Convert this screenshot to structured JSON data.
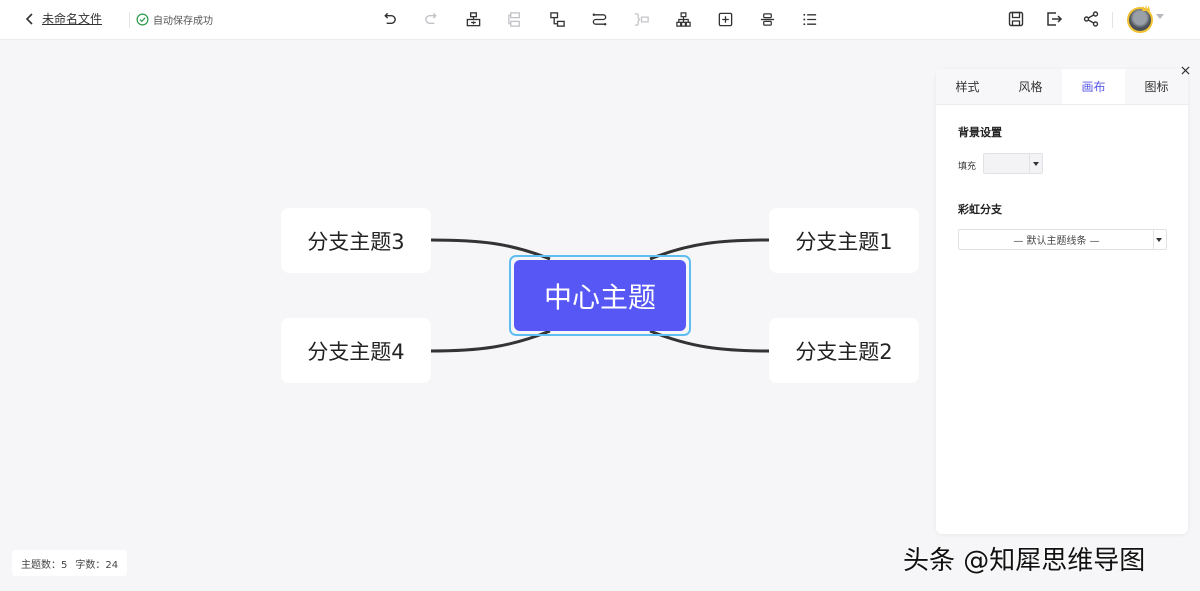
{
  "header": {
    "back_icon": "chevron-left-icon",
    "filename": "未命名文件",
    "save_status": "自动保存成功",
    "save_status_icon": "check-circle-icon"
  },
  "toolbar": {
    "center_tools": [
      "undo-icon",
      "redo-icon",
      "insert-child-topic-icon",
      "insert-sibling-topic-icon",
      "insert-parent-topic-icon",
      "relationship-line-icon",
      "summary-icon",
      "structure-icon",
      "add-frame-icon",
      "outline-align-icon",
      "outline-list-icon"
    ],
    "right_tools": [
      "save-icon",
      "export-icon",
      "share-icon"
    ],
    "avatar": "user-avatar"
  },
  "mindmap": {
    "center": "中心主题",
    "branches": {
      "b1": "分支主题1",
      "b2": "分支主题2",
      "b3": "分支主题3",
      "b4": "分支主题4"
    },
    "colors": {
      "center_fill": "#5757f5",
      "selection_border": "#5fbef0",
      "line": "#333333"
    }
  },
  "panel": {
    "tabs": [
      "样式",
      "风格",
      "画布",
      "图标"
    ],
    "active_tab": "画布",
    "background_title": "背景设置",
    "fill_label": "填充",
    "rainbow_title": "彩虹分支",
    "rainbow_value": "— 默认主题线条 —",
    "accent": "#5a5ae6"
  },
  "stats": {
    "topics": "主题数：5",
    "chars": "字数：24"
  },
  "watermark": "头条 @知犀思维导图"
}
